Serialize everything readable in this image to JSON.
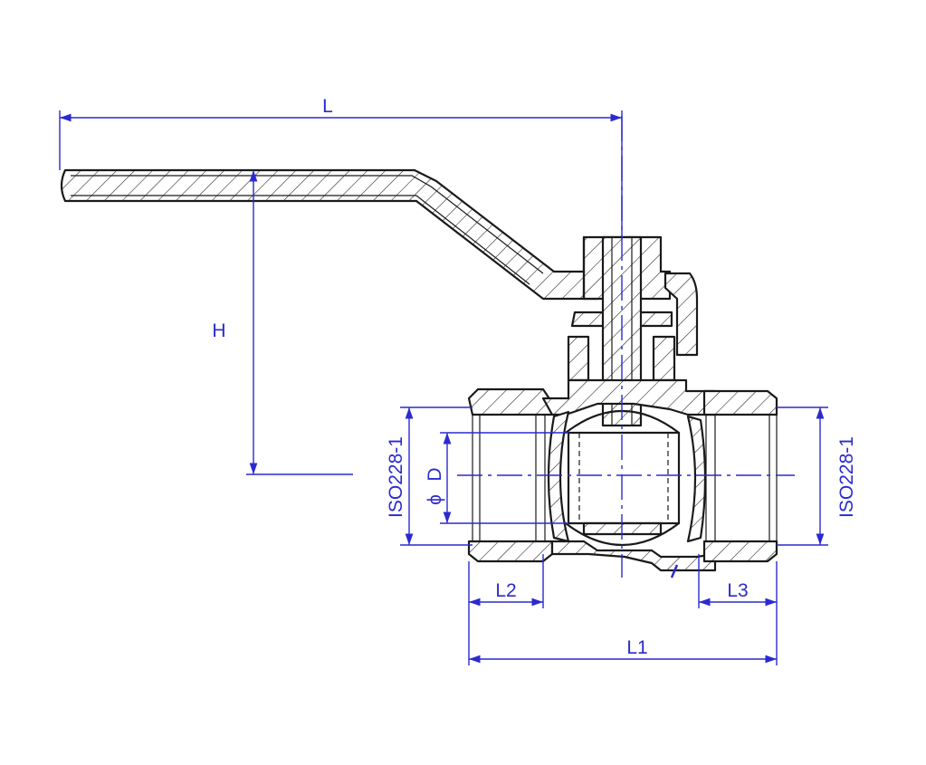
{
  "colors": {
    "dimension": "#2a2ad0",
    "outline": "#1a1a1a",
    "background": "#ffffff"
  },
  "dimensions": {
    "L": "L",
    "H": "H",
    "D": "D",
    "diameter_symbol": "ϕ",
    "thread_left": "ISO228-1",
    "thread_right": "ISO228-1",
    "L1": "L1",
    "L2": "L2",
    "L3": "L3"
  }
}
